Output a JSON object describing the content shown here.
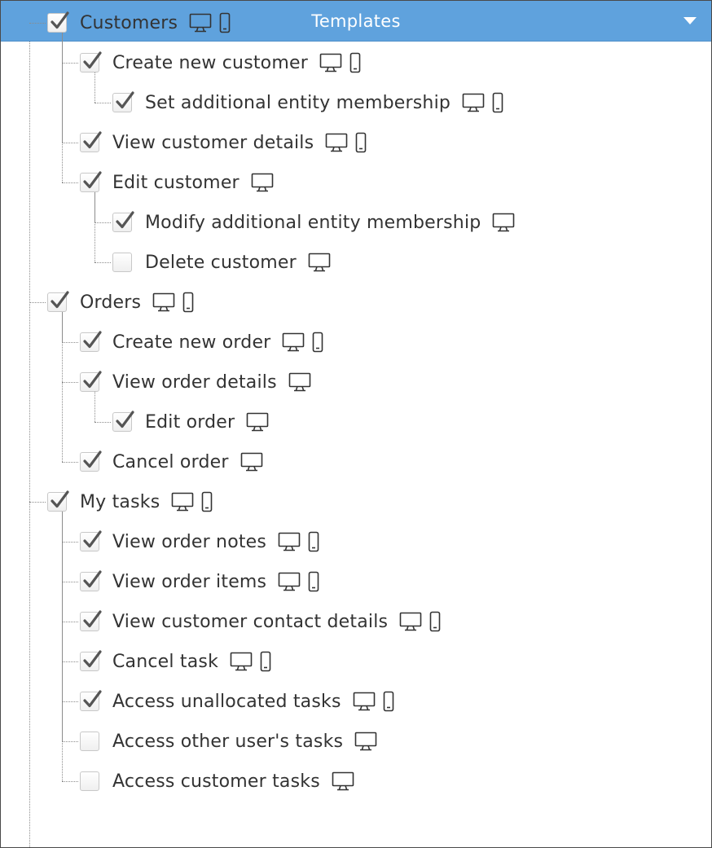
{
  "panel": {
    "title": "Templates",
    "accent_color": "#5fa2dd",
    "caret_icon": "triangle-down-icon"
  },
  "tree": [
    {
      "level": 0,
      "label": "Customers",
      "checked": true,
      "desktop": true,
      "mobile": true
    },
    {
      "level": 1,
      "label": "Create new customer",
      "checked": true,
      "desktop": true,
      "mobile": true
    },
    {
      "level": 2,
      "label": "Set additional entity membership",
      "checked": true,
      "desktop": true,
      "mobile": true
    },
    {
      "level": 1,
      "label": "View customer details",
      "checked": true,
      "desktop": true,
      "mobile": true
    },
    {
      "level": 1,
      "label": "Edit customer",
      "checked": true,
      "desktop": true,
      "mobile": false
    },
    {
      "level": 2,
      "label": "Modify additional entity membership",
      "checked": true,
      "desktop": true,
      "mobile": false
    },
    {
      "level": 2,
      "label": "Delete customer",
      "checked": false,
      "desktop": true,
      "mobile": false
    },
    {
      "level": 0,
      "label": "Orders",
      "checked": true,
      "desktop": true,
      "mobile": true
    },
    {
      "level": 1,
      "label": "Create new order",
      "checked": true,
      "desktop": true,
      "mobile": true
    },
    {
      "level": 1,
      "label": "View order details",
      "checked": true,
      "desktop": true,
      "mobile": false
    },
    {
      "level": 2,
      "label": "Edit order",
      "checked": true,
      "desktop": true,
      "mobile": false
    },
    {
      "level": 1,
      "label": "Cancel order",
      "checked": true,
      "desktop": true,
      "mobile": false
    },
    {
      "level": 0,
      "label": "My tasks",
      "checked": true,
      "desktop": true,
      "mobile": true
    },
    {
      "level": 1,
      "label": "View order notes",
      "checked": true,
      "desktop": true,
      "mobile": true
    },
    {
      "level": 1,
      "label": "View order items",
      "checked": true,
      "desktop": true,
      "mobile": true
    },
    {
      "level": 1,
      "label": "View customer contact details",
      "checked": true,
      "desktop": true,
      "mobile": true
    },
    {
      "level": 1,
      "label": "Cancel task",
      "checked": true,
      "desktop": true,
      "mobile": true
    },
    {
      "level": 1,
      "label": "Access unallocated tasks",
      "checked": true,
      "desktop": true,
      "mobile": true
    },
    {
      "level": 1,
      "label": "Access other user's tasks",
      "checked": false,
      "desktop": true,
      "mobile": false
    },
    {
      "level": 1,
      "label": "Access customer tasks",
      "checked": false,
      "desktop": true,
      "mobile": false
    }
  ],
  "icons": {
    "checkbox_checked": "check-icon",
    "desktop": "desktop-monitor-icon",
    "mobile": "mobile-phone-icon"
  }
}
